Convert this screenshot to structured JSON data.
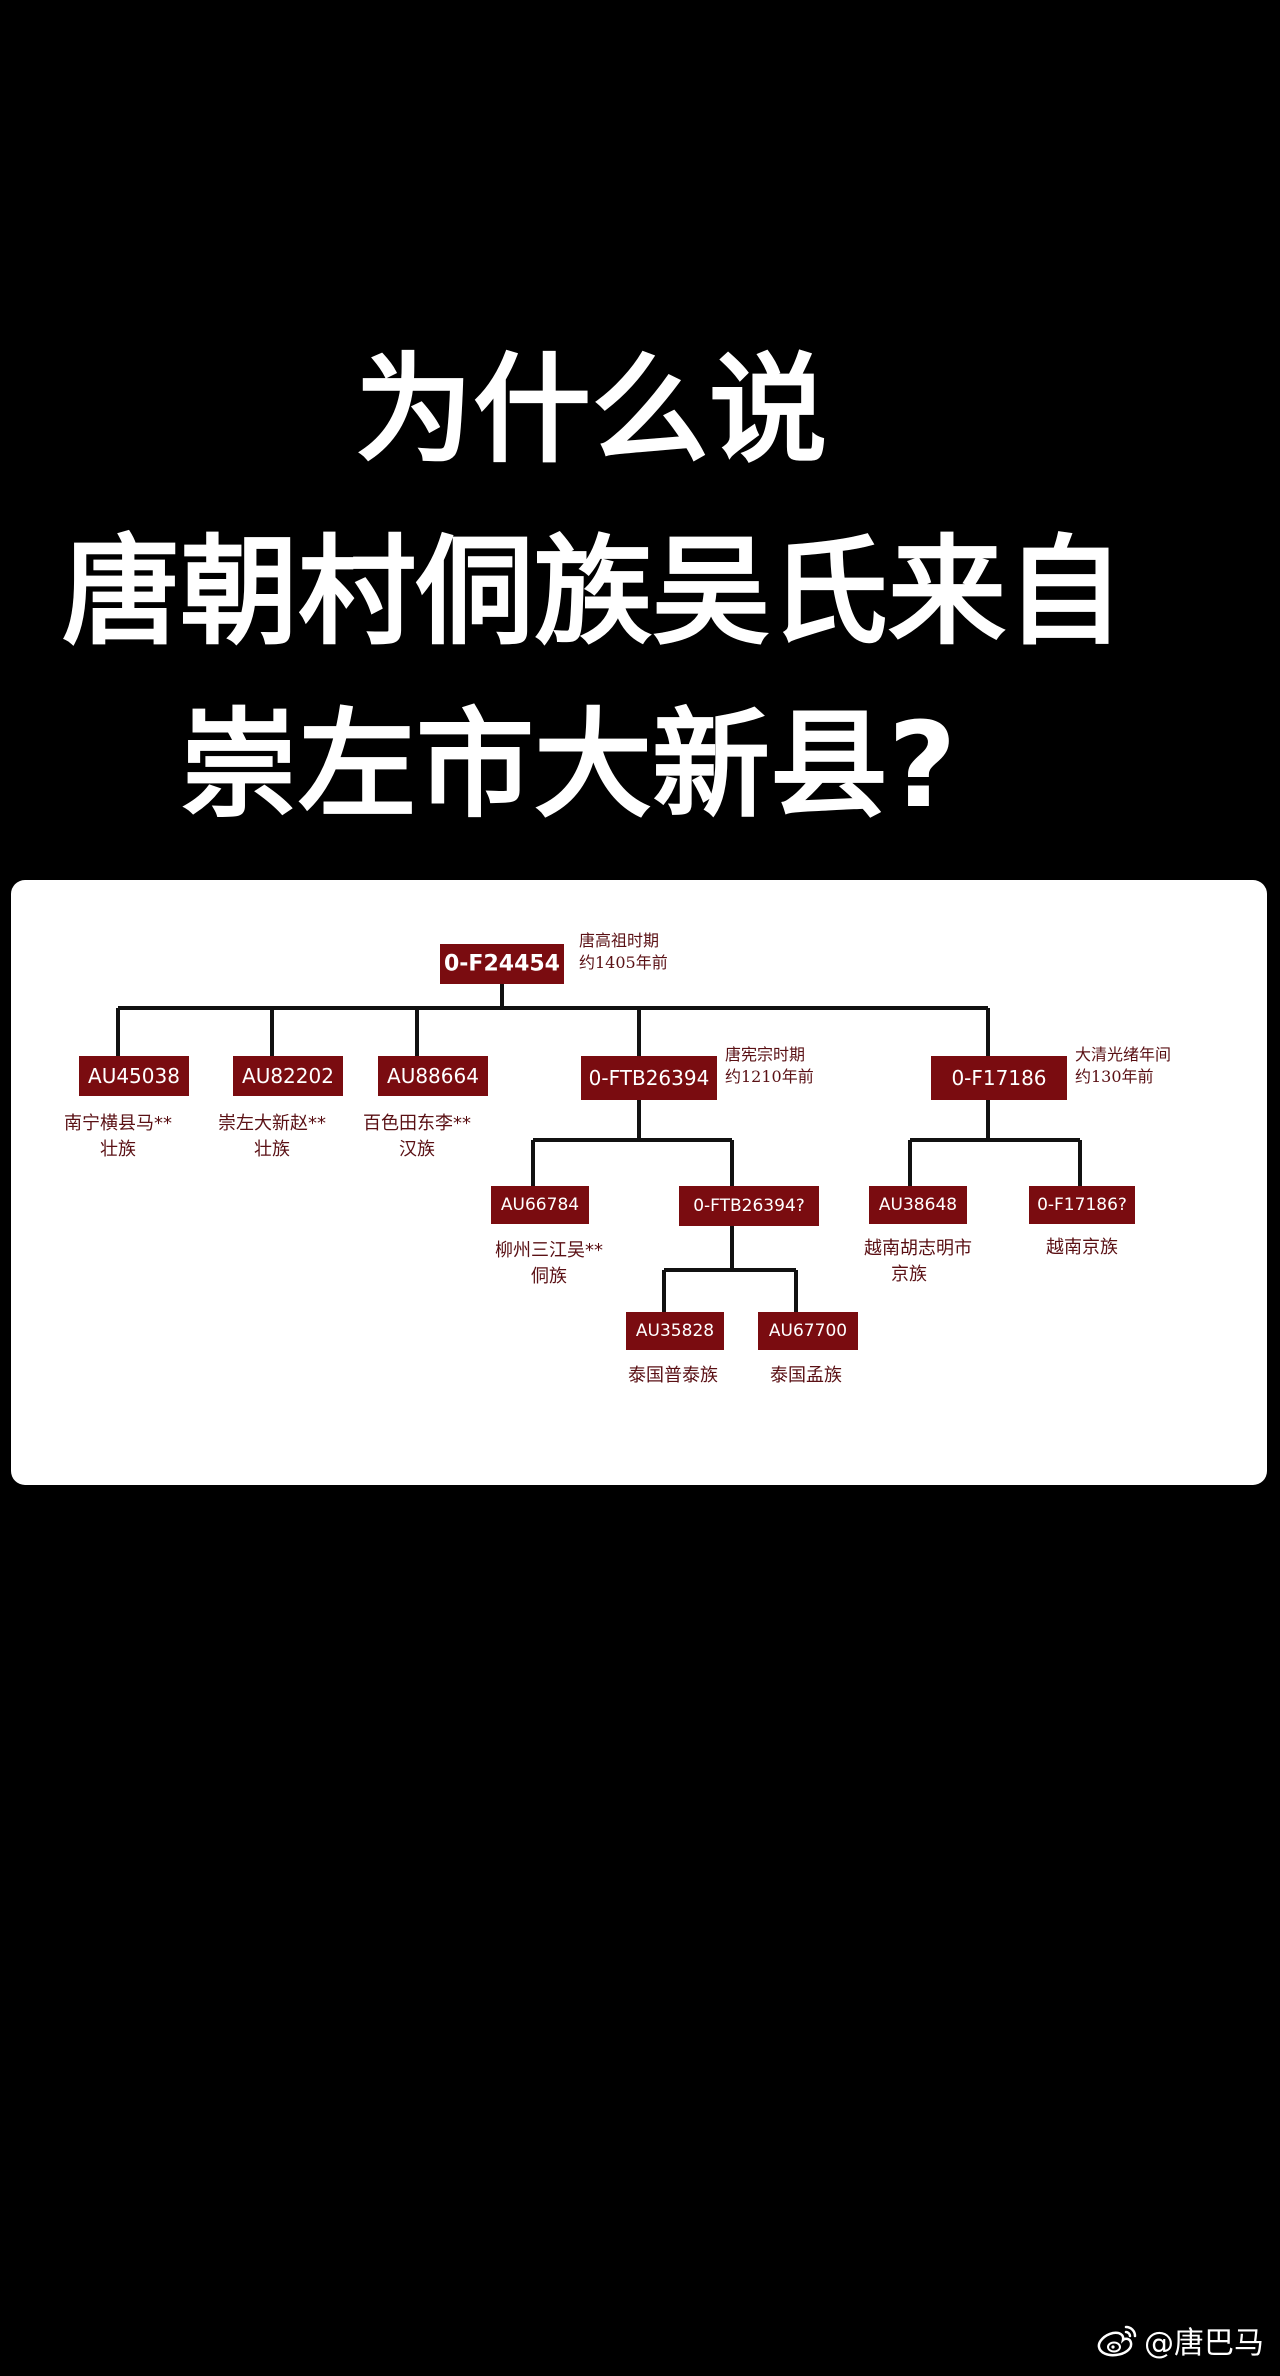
{
  "headline": {
    "line1": "为什么说",
    "line2": "唐朝村侗族吴氏来自",
    "line3": "崇左市大新县?"
  },
  "tree": {
    "root": {
      "code": "0-F24454",
      "note": [
        "唐高祖时期",
        "约1405年前"
      ]
    },
    "level1": [
      {
        "code": "AU45038",
        "label": [
          "南宁横县马**",
          "壮族"
        ]
      },
      {
        "code": "AU82202",
        "label": [
          "崇左大新赵**",
          "壮族"
        ]
      },
      {
        "code": "AU88664",
        "label": [
          "百色田东李**",
          "汉族"
        ]
      },
      {
        "code": "0-FTB26394",
        "note": [
          "唐宪宗时期",
          "约1210年前"
        ]
      },
      {
        "code": "0-F17186",
        "note": [
          "大清光绪年间",
          "约130年前"
        ]
      }
    ],
    "ftb_children": [
      {
        "code": "AU66784",
        "label": [
          "柳州三江吴**",
          "侗族"
        ]
      },
      {
        "code": "0-FTB26394?"
      }
    ],
    "ftb_grandchildren": [
      {
        "code": "AU35828",
        "label": [
          "泰国普泰族"
        ]
      },
      {
        "code": "AU67700",
        "label": [
          "泰国孟族"
        ]
      }
    ],
    "f17186_children": [
      {
        "code": "AU38648",
        "label": [
          "越南胡志明市",
          "京族"
        ]
      },
      {
        "code": "0-F17186?",
        "label": [
          "越南京族"
        ]
      }
    ]
  },
  "credit": {
    "handle": "@唐巴马",
    "icon": "weibo-icon"
  },
  "colors": {
    "node": "#7a0c10",
    "label": "#5a1014",
    "background": "#000000",
    "card": "#ffffff"
  }
}
